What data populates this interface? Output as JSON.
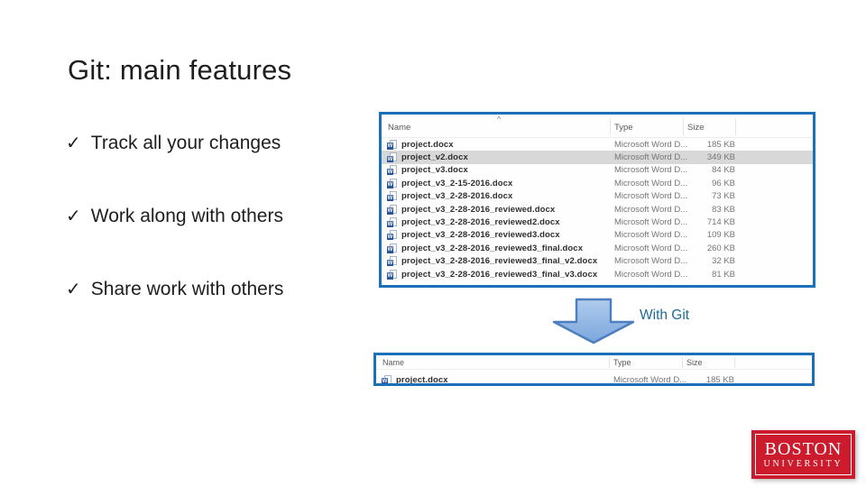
{
  "title": "Git: main features",
  "bullets": [
    {
      "check": "✓",
      "label": "Track all your changes"
    },
    {
      "check": "✓",
      "label": "Work along with others"
    },
    {
      "check": "✓",
      "label": "Share work with others"
    }
  ],
  "explorer_before": {
    "columns": {
      "name": "Name",
      "type": "Type",
      "size": "Size"
    },
    "sort_caret": "^",
    "rows": [
      {
        "name": "project.docx",
        "type": "Microsoft Word D...",
        "size": "185 KB",
        "selected": false
      },
      {
        "name": "project_v2.docx",
        "type": "Microsoft Word D...",
        "size": "349 KB",
        "selected": true
      },
      {
        "name": "project_v3.docx",
        "type": "Microsoft Word D...",
        "size": "84 KB",
        "selected": false
      },
      {
        "name": "project_v3_2-15-2016.docx",
        "type": "Microsoft Word D...",
        "size": "96 KB",
        "selected": false
      },
      {
        "name": "project_v3_2-28-2016.docx",
        "type": "Microsoft Word D...",
        "size": "73 KB",
        "selected": false
      },
      {
        "name": "project_v3_2-28-2016_reviewed.docx",
        "type": "Microsoft Word D...",
        "size": "83 KB",
        "selected": false
      },
      {
        "name": "project_v3_2-28-2016_reviewed2.docx",
        "type": "Microsoft Word D...",
        "size": "714 KB",
        "selected": false
      },
      {
        "name": "project_v3_2-28-2016_reviewed3.docx",
        "type": "Microsoft Word D...",
        "size": "109 KB",
        "selected": false
      },
      {
        "name": "project_v3_2-28-2016_reviewed3_final.docx",
        "type": "Microsoft Word D...",
        "size": "260 KB",
        "selected": false
      },
      {
        "name": "project_v3_2-28-2016_reviewed3_final_v2.docx",
        "type": "Microsoft Word D...",
        "size": "32 KB",
        "selected": false
      },
      {
        "name": "project_v3_2-28-2016_reviewed3_final_v3.docx",
        "type": "Microsoft Word D...",
        "size": "81 KB",
        "selected": false
      }
    ]
  },
  "explorer_after": {
    "columns": {
      "name": "Name",
      "type": "Type",
      "size": "Size"
    },
    "rows": [
      {
        "name": "project.docx",
        "type": "Microsoft Word D...",
        "size": "185 KB",
        "selected": false
      }
    ]
  },
  "arrow": {
    "label": "With Git"
  },
  "logo": {
    "line1": "BOSTON",
    "line2": "UNIVERSITY"
  },
  "icons": {
    "word_glyph": "W"
  },
  "colors": {
    "explorer_border_blue": "#1b70b8",
    "arrow_fill_top": "#b0cbec",
    "arrow_fill_bottom": "#7aa6dc",
    "arrow_stroke": "#4d7ec0",
    "with_git_text": "#1e6b94",
    "bu_red": "#cb1b2d",
    "selected_row_bg": "#d8d8d8",
    "text_dark": "#1e1e1e"
  }
}
